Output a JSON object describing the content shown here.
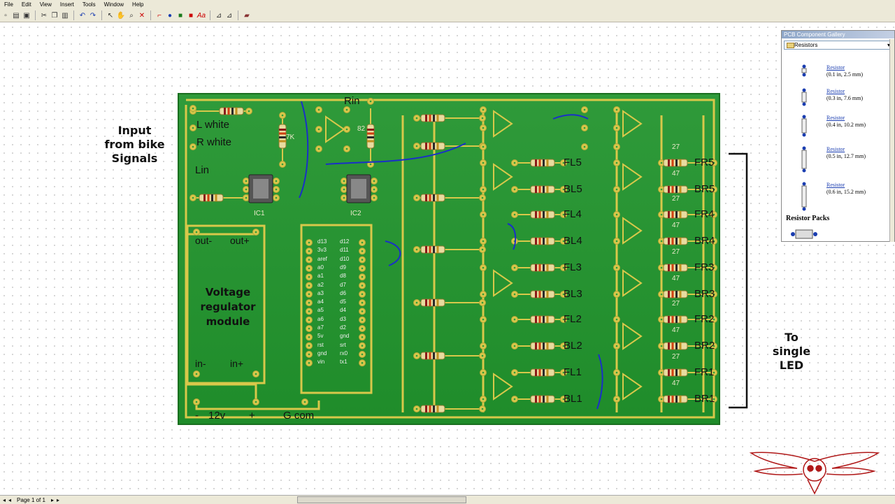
{
  "menu": [
    "File",
    "Edit",
    "View",
    "Insert",
    "Tools",
    "Window",
    "Help"
  ],
  "toolbar_icons": [
    "new-icon",
    "open-icon",
    "save-icon",
    "cut-icon",
    "copy-icon",
    "paste-icon",
    "undo-icon",
    "redo-icon",
    "select-icon",
    "pan-icon",
    "zoom-icon",
    "delete-icon",
    "trace-icon",
    "pad-icon",
    "rect-icon",
    "fill-icon",
    "text-icon",
    "align-icon",
    "align-2-icon",
    "component-icon"
  ],
  "labels": {
    "input": [
      "Input",
      "from bike",
      "Signals"
    ],
    "output": [
      "To",
      "single",
      "LED"
    ],
    "l_white": "L white",
    "r_white": "R white",
    "lin": "Lin",
    "rin": "Rin",
    "ic1": "IC1",
    "ic2": "IC2",
    "r7k": "7K",
    "r82": "82",
    "out_minus": "out-",
    "out_plus": "out+",
    "in_minus": "in-",
    "in_plus": "in+",
    "vreg": [
      "Voltage",
      "regulator",
      "module"
    ],
    "power_minus": "-",
    "power_12v": "12v",
    "power_plus": "+",
    "gcom": "G com"
  },
  "arduino_left_pins": [
    "d13",
    "3v3",
    "aref",
    "a0",
    "a1",
    "a2",
    "a3",
    "a4",
    "a5",
    "a6",
    "a7",
    "5v",
    "rst",
    "gnd",
    "vin"
  ],
  "arduino_right_pins": [
    "d12",
    "d11",
    "d10",
    "d9",
    "d8",
    "d7",
    "d6",
    "d5",
    "d4",
    "d3",
    "d2",
    "gnd",
    "srt",
    "rx0",
    "tx1"
  ],
  "led_labels_mid": [
    "FL5",
    "BL5",
    "FL4",
    "BL4",
    "FL3",
    "BL3",
    "FL2",
    "BL2",
    "FL1",
    "BL1"
  ],
  "led_labels_right": [
    "FR5",
    "BR5",
    "FR4",
    "BR4",
    "FR3",
    "BR3",
    "FR2",
    "BR2",
    "FR1",
    "BR1"
  ],
  "res_values": [
    "27",
    "47",
    "27",
    "47",
    "27",
    "47",
    "27",
    "47",
    "27",
    "47"
  ],
  "gallery": {
    "title": "PCB Component Gallery",
    "category": "Resistors",
    "items": [
      {
        "name": "Resistor",
        "dim": "(0.1 in, 2.5 mm)"
      },
      {
        "name": "Resistor",
        "dim": "(0.3 in, 7.6 mm)"
      },
      {
        "name": "Resistor",
        "dim": "(0.4 in, 10.2 mm)"
      },
      {
        "name": "Resistor",
        "dim": "(0.5 in, 12.7 mm)"
      },
      {
        "name": "Resistor",
        "dim": "(0.6 in, 15.2 mm)"
      }
    ],
    "section2": "Resistor Packs"
  },
  "status": {
    "page": "Page 1 of 1"
  },
  "colors": {
    "board": "#2f9a3a",
    "trace": "#d8c84a",
    "wire": "#1a2fc8",
    "logo": "#b01818"
  }
}
